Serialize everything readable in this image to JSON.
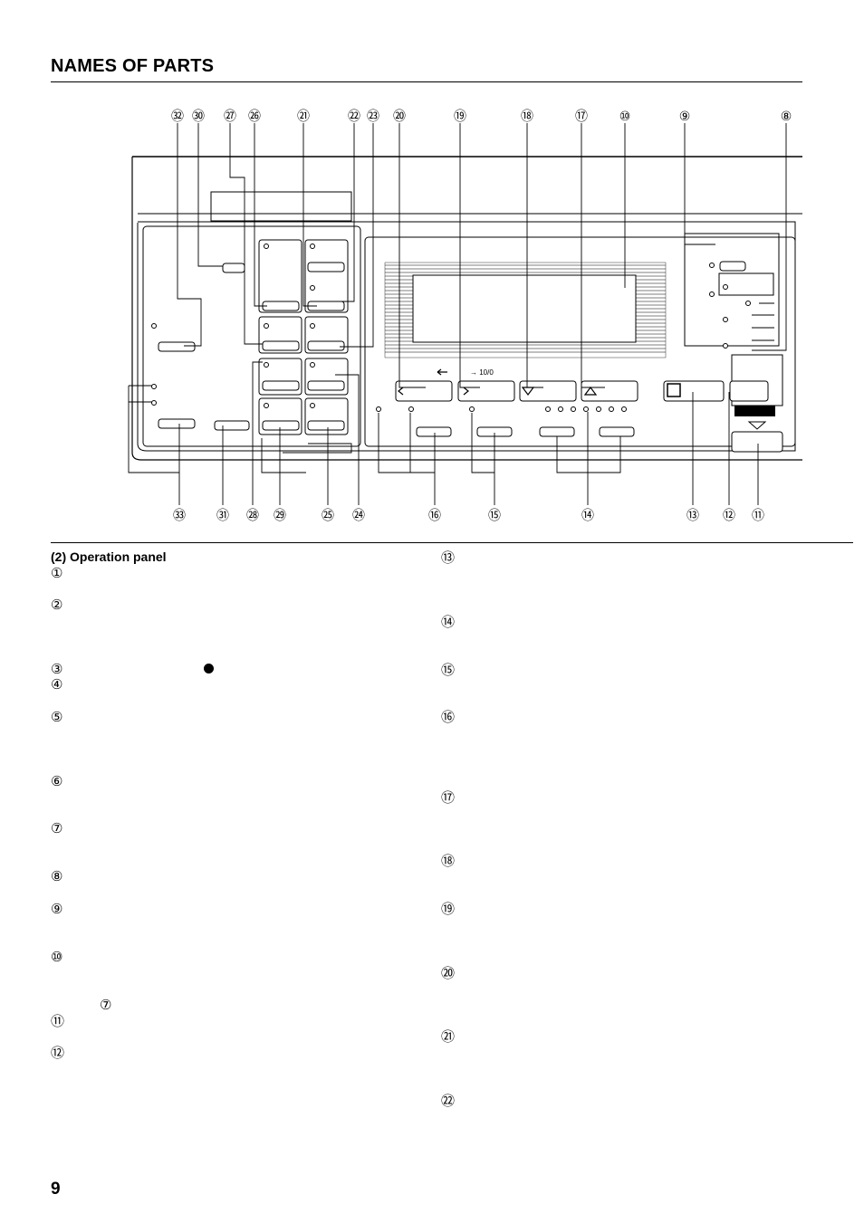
{
  "page": {
    "title": "NAMES OF PARTS",
    "section_heading": "(2) Operation panel",
    "page_number": "9"
  },
  "diagram": {
    "callouts_top": [
      "㉜",
      "㉚",
      "㉗",
      "㉖",
      "㉑",
      "㉒",
      "㉓",
      "⑳",
      "⑲",
      "⑱",
      "⑰",
      "⑩",
      "⑨",
      "⑧"
    ],
    "callouts_bottom": [
      "㉝",
      "㉛",
      "㉘",
      "㉙",
      "㉕",
      "㉔",
      "⑯",
      "⑮",
      "⑭",
      "⑬",
      "⑫",
      "⑪"
    ],
    "key_labels": {
      "arrow_right_label": "→ 10/0"
    }
  },
  "list_markers": {
    "left": [
      "①",
      "②",
      "③",
      "④",
      "⑤",
      "⑥",
      "⑦",
      "⑧",
      "⑨",
      "⑩",
      "⑦",
      "⑪",
      "⑫"
    ],
    "right": [
      "⑬",
      "⑭",
      "⑮",
      "⑯",
      "⑰",
      "⑱",
      "⑲",
      "⑳",
      "㉑",
      "㉒"
    ]
  }
}
